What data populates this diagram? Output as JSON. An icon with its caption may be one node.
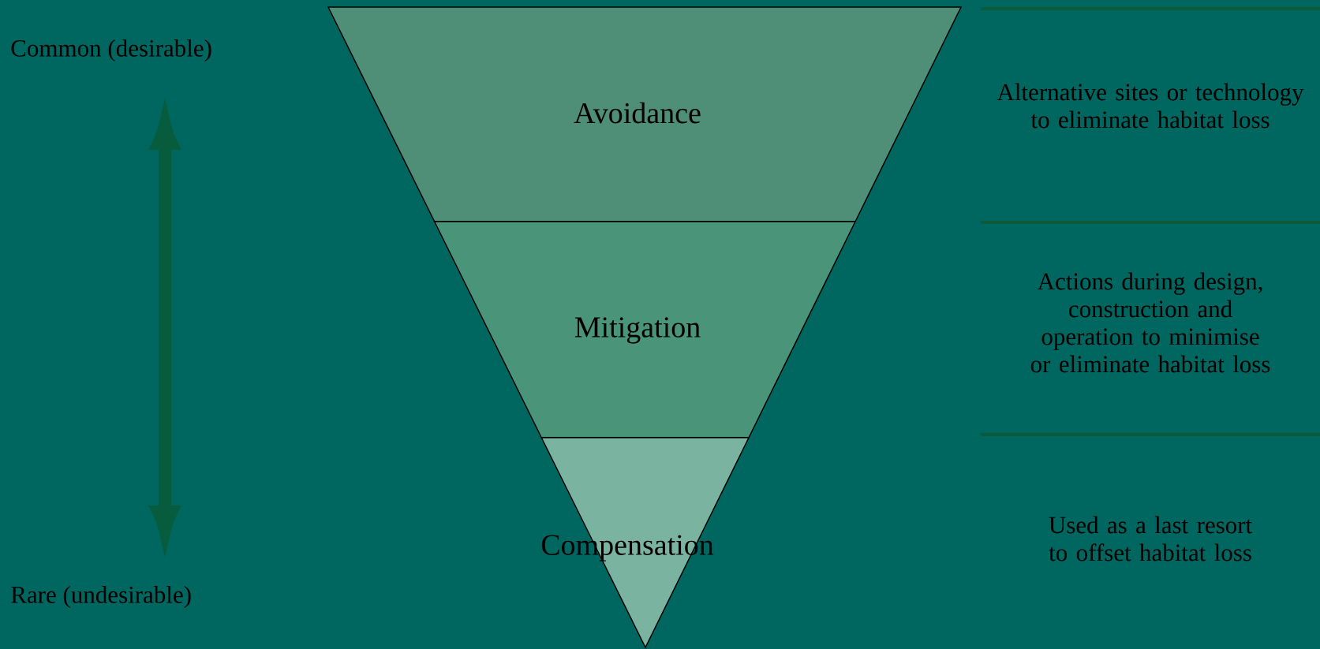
{
  "diagram": {
    "nodes": [
      {
        "text": [
          "Avoidance"
        ]
      },
      {
        "text": [
          "Mitigation"
        ]
      },
      {
        "text": [
          "Compensation"
        ]
      }
    ],
    "labels": [
      "Common (desirable)",
      "Alternative sites or technology to eliminate habitat loss",
      "Actions during design, construction and operation to minimise or eliminate habitat loss",
      "Used as a last resort to offset habitat loss",
      "Rare (undesirable)"
    ]
  }
}
